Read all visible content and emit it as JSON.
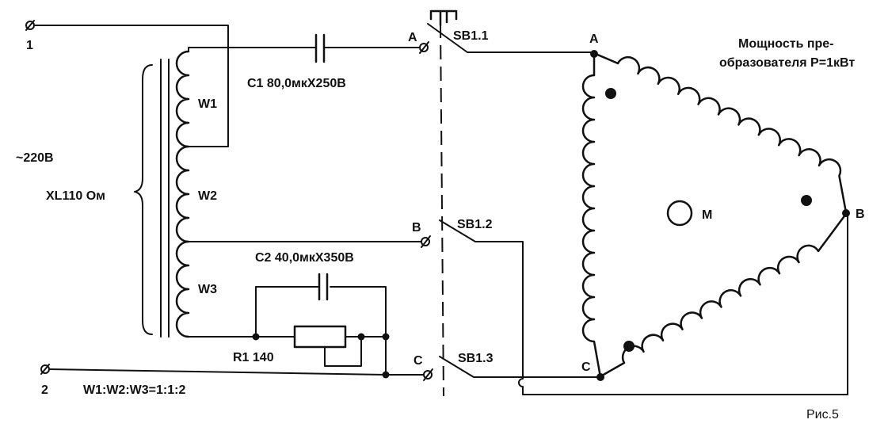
{
  "terminals": {
    "t1": "1",
    "t2": "2"
  },
  "supply": {
    "voltage": "~220В",
    "reactance": "XL110 Ом"
  },
  "windings": {
    "w1": "W1",
    "w2": "W2",
    "w3": "W3",
    "ratio": "W1:W2:W3=1:1:2"
  },
  "components": {
    "c1": "C1 80,0мкХ250В",
    "c2": "C2 40,0мкХ350В",
    "r1": "R1 140"
  },
  "switches": {
    "sb1": "SB1.1",
    "sb2": "SB1.2",
    "sb3": "SB1.3",
    "a": "A",
    "b": "B",
    "c": "C"
  },
  "motor": {
    "label": "M",
    "node_a": "A",
    "node_b": "B",
    "node_c": "C"
  },
  "power": {
    "line1": "Мощность пре-",
    "line2": "образователя P=1кВт"
  },
  "caption": "Рис.5"
}
